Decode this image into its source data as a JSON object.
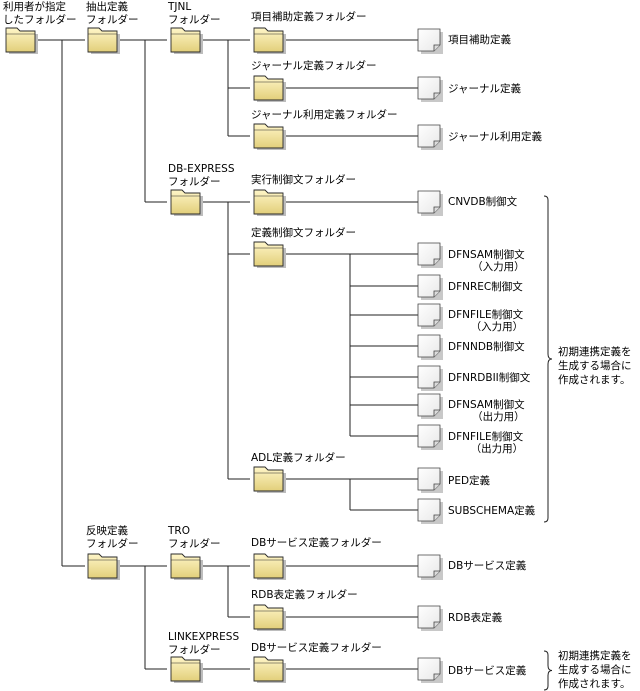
{
  "diagram": {
    "folders": {
      "user_folder": "利用者が指定\nしたフォルダー",
      "extract_def": "抽出定義\nフォルダー",
      "tjnl": "TJNL\nフォルダー",
      "item_aux_def": "項目補助定義フォルダー",
      "journal_def": "ジャーナル定義フォルダー",
      "journal_use_def": "ジャーナル利用定義フォルダー",
      "db_express": "DB-EXPRESS\nフォルダー",
      "exec_ctrl": "実行制御文フォルダー",
      "def_ctrl": "定義制御文フォルダー",
      "adl_def": "ADL定義フォルダー",
      "reflect_def": "反映定義\nフォルダー",
      "tro": "TRO\nフォルダー",
      "db_service_def_1": "DBサービス定義フォルダー",
      "rdb_table_def": "RDB表定義フォルダー",
      "linkexpress": "LINKEXPRESS\nフォルダー",
      "db_service_def_2": "DBサービス定義フォルダー"
    },
    "files": {
      "item_aux": "項目補助定義",
      "journal": "ジャーナル定義",
      "journal_use": "ジャーナル利用定義",
      "cnvdb": "CNVDB制御文",
      "dfnsam_in": "DFNSAM制御文\n（入力用）",
      "dfnrec": "DFNREC制御文",
      "dfnfile_in": "DFNFILE制御文\n（入力用）",
      "dfnndb": "DFNNDB制御文",
      "dfnrdbii": "DFNRDBII制御文",
      "dfnsam_out": "DFNSAM制御文\n（出力用）",
      "dfnfile_out": "DFNFILE制御文\n（出力用）",
      "ped": "PED定義",
      "subschema": "SUBSCHEMA定義",
      "db_service_1": "DBサービス定義",
      "rdb_table": "RDB表定義",
      "db_service_2": "DBサービス定義"
    },
    "notes": {
      "note_1": "初期連携定義を\n生成する場合に\n作成されます。",
      "note_2": "初期連携定義を\n生成する場合に\n作成されます。"
    }
  }
}
